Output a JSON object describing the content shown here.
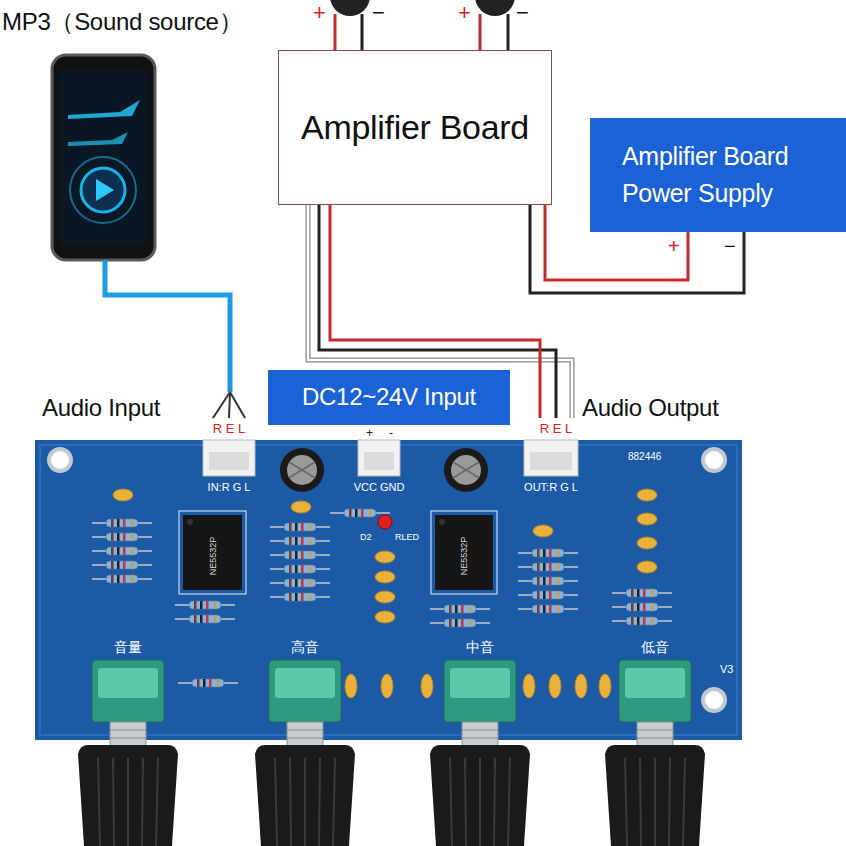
{
  "diagram": {
    "nodes": [
      {
        "text": [
          "Amplifier Board"
        ]
      },
      {
        "text": [
          "Amplifier Board Power Supply"
        ]
      },
      {
        "text": [
          "DC12~24V Input"
        ]
      }
    ],
    "edges": [
      {
        "from": 1,
        "to": 0,
        "arrow": "none"
      }
    ],
    "labels": [
      "MP3（Sound source）",
      "+",
      "−",
      "+",
      "−",
      "+",
      "−",
      "Audio Input",
      "R E L",
      "+",
      "-",
      "Audio Output",
      "R E L",
      "IN:R G L",
      "VCC GND",
      "OUT:R G L",
      "882446",
      "D2",
      "RLED",
      "NE5532P",
      "NE5532P",
      "音量",
      "高音",
      "中音",
      "低音",
      "V3"
    ]
  }
}
